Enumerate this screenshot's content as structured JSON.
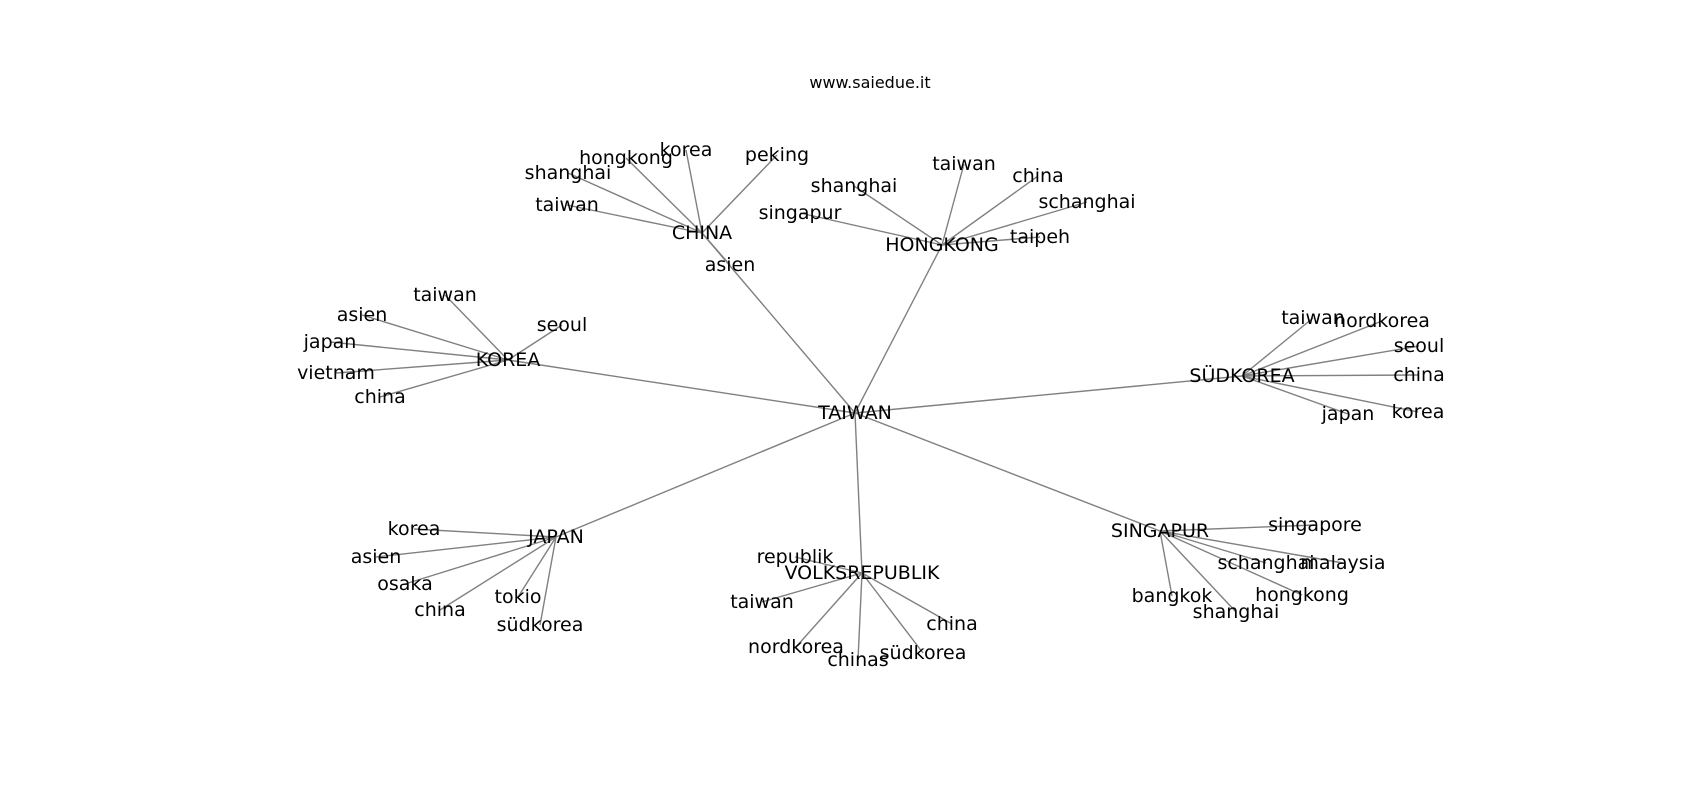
{
  "site": "www.saiedue.it",
  "colors": {
    "edge": "#808080",
    "text": "#000000",
    "background": "#ffffff"
  },
  "graph": {
    "center": "TAIWAN",
    "clusters": [
      {
        "id": "china",
        "label": "CHINA",
        "children": [
          "korea",
          "peking",
          "hongkong",
          "shanghai",
          "taiwan",
          "asien"
        ]
      },
      {
        "id": "hongkong",
        "label": "HONGKONG",
        "children": [
          "taiwan",
          "china",
          "shanghai",
          "schanghai",
          "singapur",
          "taipeh"
        ]
      },
      {
        "id": "korea",
        "label": "KOREA",
        "children": [
          "taiwan",
          "asien",
          "seoul",
          "japan",
          "vietnam",
          "china"
        ]
      },
      {
        "id": "suedkorea",
        "label": "SÜDKOREA",
        "children": [
          "taiwan",
          "nordkorea",
          "seoul",
          "china",
          "japan",
          "korea"
        ]
      },
      {
        "id": "japan",
        "label": "JAPAN",
        "children": [
          "korea",
          "asien",
          "osaka",
          "tokio",
          "china",
          "südkorea"
        ]
      },
      {
        "id": "volksrepublik",
        "label": "VOLKSREPUBLIK",
        "children": [
          "republik",
          "taiwan",
          "china",
          "nordkorea",
          "südkorea",
          "chinas"
        ]
      },
      {
        "id": "singapur",
        "label": "SINGAPUR",
        "children": [
          "singapore",
          "schanghai",
          "malaysia",
          "hongkong",
          "bangkok",
          "shanghai"
        ]
      }
    ]
  }
}
